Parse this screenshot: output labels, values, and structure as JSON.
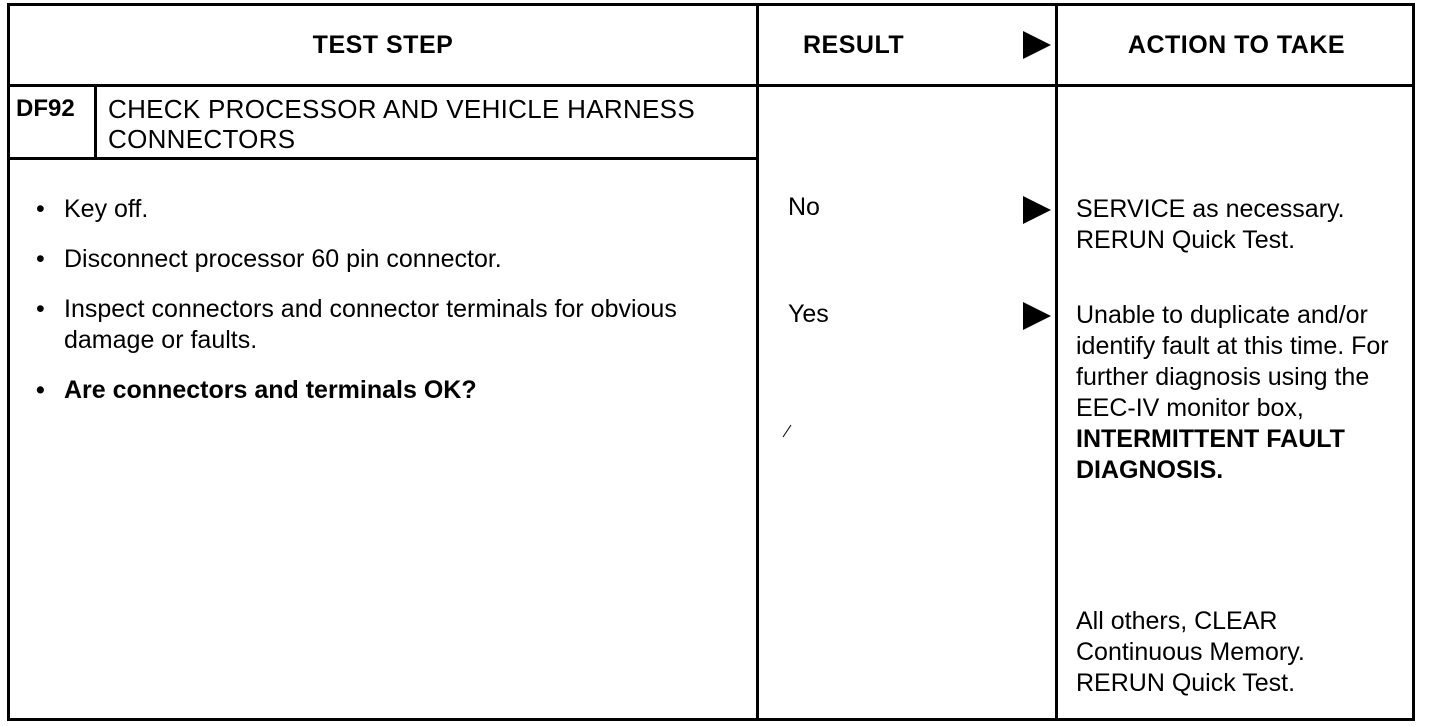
{
  "header": {
    "test_step": "TEST STEP",
    "result": "RESULT",
    "action": "ACTION TO TAKE"
  },
  "step": {
    "id": "DF92",
    "title": "CHECK PROCESSOR AND VEHICLE HARNESS CONNECTORS",
    "bullets": [
      {
        "text": "Key off.",
        "bold": false
      },
      {
        "text": "Disconnect processor 60 pin connector.",
        "bold": false
      },
      {
        "text": "Inspect connectors and connector terminals for obvious damage or faults.",
        "bold": false
      },
      {
        "text": "Are connectors and terminals OK?",
        "bold": true
      }
    ]
  },
  "results": {
    "no": "No",
    "yes": "Yes"
  },
  "actions": {
    "no": "SERVICE as necessary. RERUN Quick Test.",
    "yes_text": "Unable to duplicate and/or identify fault at this time. For further diagnosis using the EEC-IV monitor box,",
    "yes_bold": "INTERMITTENT FAULT DIAGNOSIS.",
    "others": "All others, CLEAR Continuous Memory. RERUN Quick Test."
  },
  "bullet_glyph": "•",
  "icons": [
    "arrow-right-icon"
  ]
}
